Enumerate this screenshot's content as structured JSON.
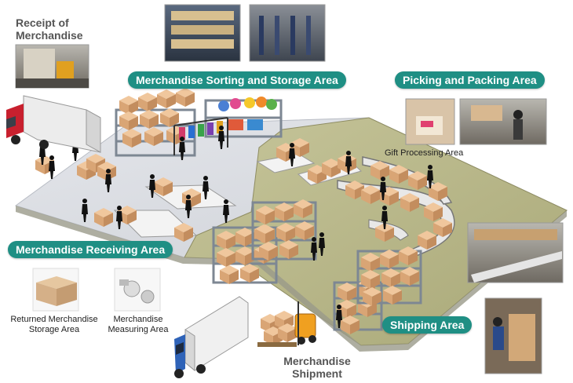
{
  "labels": {
    "receipt": [
      "Receipt of",
      "Merchandise"
    ],
    "sorting_storage": "Merchandise Sorting and Storage Area",
    "picking_packing": "Picking and Packing Area",
    "gift_processing": "Gift Processing Area",
    "receiving": "Merchandise Receiving Area",
    "returned": [
      "Returned Merchandise",
      "Storage Area"
    ],
    "measuring": [
      "Merchandise",
      "Measuring Area"
    ],
    "shipping": "Shipping Area",
    "shipment": [
      "Merchandise",
      "Shipment"
    ]
  },
  "colors": {
    "accent": "#1f8f84",
    "floor_grey": "#d9dbe0",
    "floor_green": "#b9b88a",
    "box": "#e2b285",
    "shelf": "#7d8793",
    "truck_cab_red": "#c8202e",
    "truck_cab_blue": "#2f63b8",
    "forklift": "#f0a020"
  }
}
